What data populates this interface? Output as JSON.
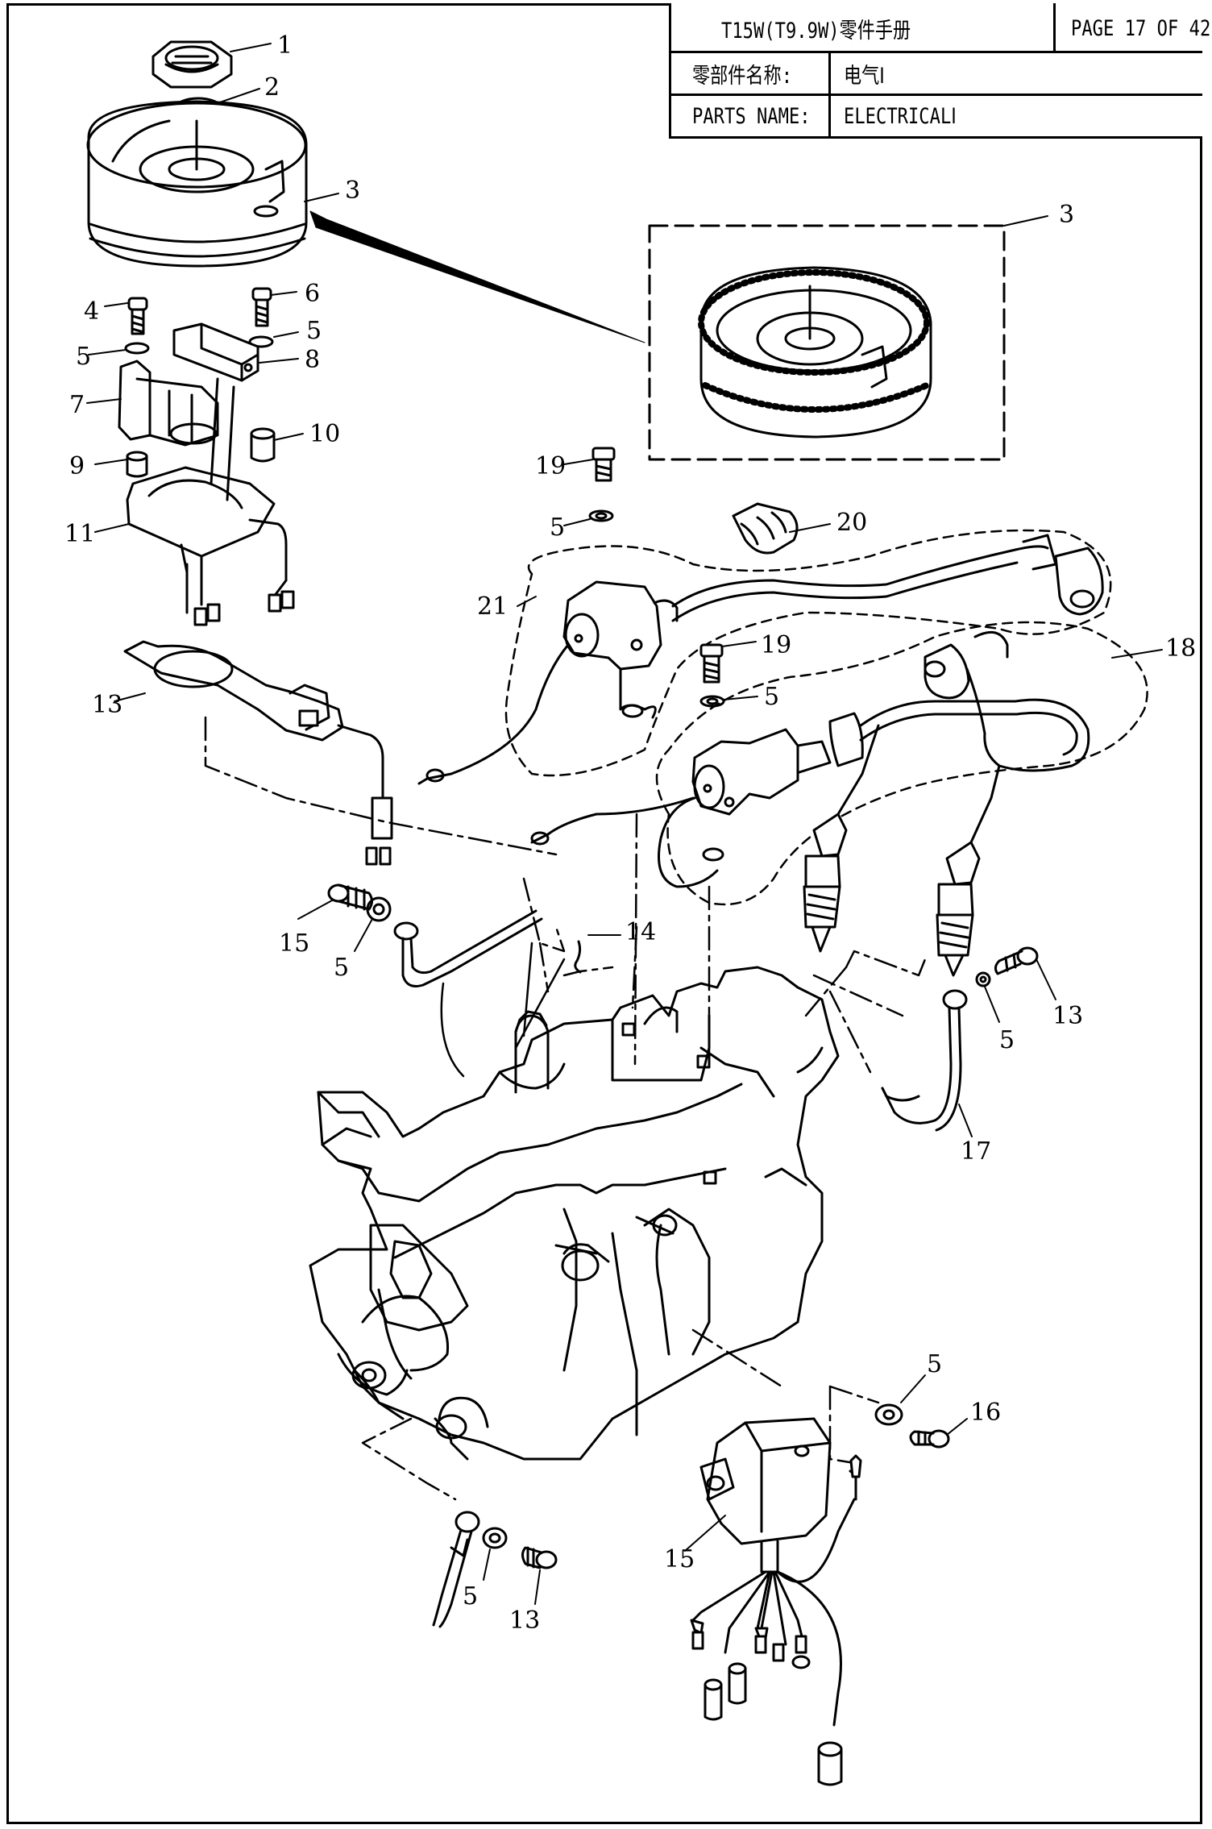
{
  "title_block": {
    "manual_title": "T15W(T9.9W)零件手册",
    "page": "PAGE 17 OF 42",
    "cn_label": "零部件名称:",
    "cn_value": "电气Ⅰ",
    "en_label": "PARTS NAME:",
    "en_value": "ELECTRICALⅠ"
  },
  "callouts": [
    {
      "id": "c-1",
      "text": "1"
    },
    {
      "id": "c-2",
      "text": "2"
    },
    {
      "id": "c-3a",
      "text": "3"
    },
    {
      "id": "c-3b",
      "text": "3"
    },
    {
      "id": "c-4",
      "text": "4"
    },
    {
      "id": "c-5a",
      "text": "5"
    },
    {
      "id": "c-5b",
      "text": "5"
    },
    {
      "id": "c-6",
      "text": "6"
    },
    {
      "id": "c-7",
      "text": "7"
    },
    {
      "id": "c-8",
      "text": "8"
    },
    {
      "id": "c-9",
      "text": "9"
    },
    {
      "id": "c-10",
      "text": "10"
    },
    {
      "id": "c-11",
      "text": "11"
    },
    {
      "id": "c-13a",
      "text": "13"
    },
    {
      "id": "c-19a",
      "text": "19"
    },
    {
      "id": "c-5c",
      "text": "5"
    },
    {
      "id": "c-20",
      "text": "20"
    },
    {
      "id": "c-21",
      "text": "21"
    },
    {
      "id": "c-19b",
      "text": "19"
    },
    {
      "id": "c-5d",
      "text": "5"
    },
    {
      "id": "c-18",
      "text": "18"
    },
    {
      "id": "c-15a",
      "text": "15"
    },
    {
      "id": "c-5e",
      "text": "5"
    },
    {
      "id": "c-14",
      "text": "14"
    },
    {
      "id": "c-13b",
      "text": "13"
    },
    {
      "id": "c-5f",
      "text": "5"
    },
    {
      "id": "c-17",
      "text": "17"
    },
    {
      "id": "c-5g",
      "text": "5"
    },
    {
      "id": "c-16",
      "text": "16"
    },
    {
      "id": "c-15b",
      "text": "15"
    },
    {
      "id": "c-5h",
      "text": "5"
    },
    {
      "id": "c-13c",
      "text": "13"
    }
  ]
}
